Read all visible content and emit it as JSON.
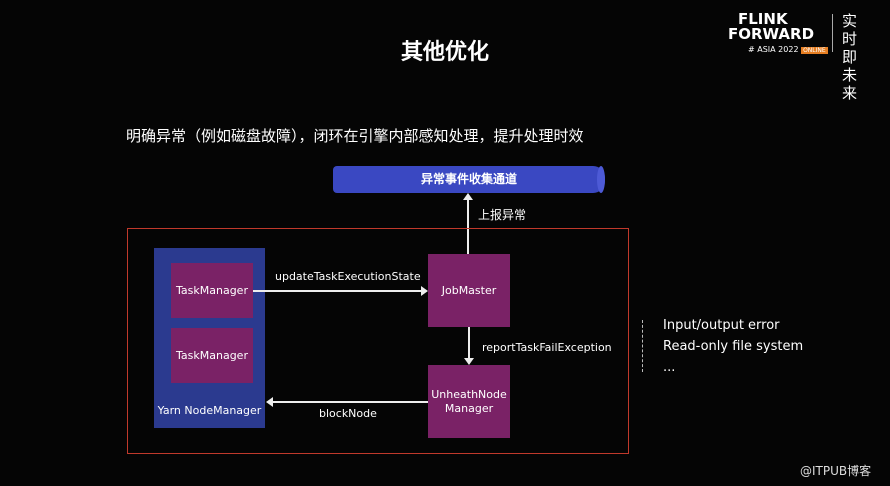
{
  "title": "其他优化",
  "subtitle": "明确异常（例如磁盘故障），闭环在引擎内部感知处理，提升处理时效",
  "logo": {
    "line1": "FLINK",
    "line2": "FORWARD",
    "line3": "# ASIA 2022",
    "badge": "ONLINE",
    "cn": "实时即未来"
  },
  "diagram": {
    "channel": "异常事件收集通道",
    "report_label": "上报异常",
    "yarn": "Yarn NodeManager",
    "tm1": "TaskManager",
    "tm2": "TaskManager",
    "jobmaster": "JobMaster",
    "unhealth": "UnheathNode Manager",
    "update_label": "updateTaskExecutionState",
    "report_fail_label": "reportTaskFailException",
    "block_label": "blockNode"
  },
  "errors": [
    "Input/output error",
    "Read-only file system",
    "..."
  ],
  "watermark": "@ITPUB博客",
  "colors": {
    "red": "#c0392b",
    "magenta": "#7a2266",
    "blue": "#2b3a8f",
    "channel": "#3a48c2"
  }
}
